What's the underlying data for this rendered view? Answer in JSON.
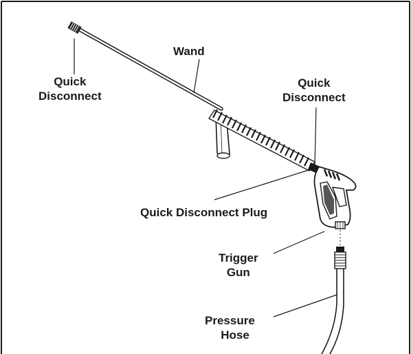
{
  "labels": {
    "wand": "Wand",
    "quick_disconnect_left": [
      "Quick",
      "Disconnect"
    ],
    "quick_disconnect_right": [
      "Quick",
      "Disconnect"
    ],
    "quick_disconnect_plug": "Quick Disconnect Plug",
    "trigger_gun": [
      "Trigger",
      "Gun"
    ],
    "pressure_hose": [
      "Pressure",
      "Hose"
    ]
  },
  "colors": {
    "line": "#1a1a1a",
    "fill": "#ffffff",
    "shade": "#555555"
  }
}
